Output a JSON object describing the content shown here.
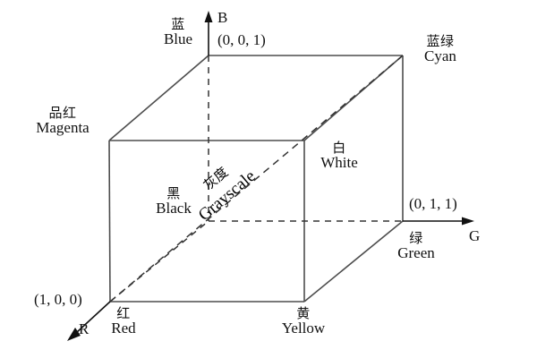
{
  "figure": {
    "title": "RGB Color Cube",
    "line_color": "#4d4d4d",
    "dash_color": "#333333",
    "text_color": "#111111",
    "background": "#ffffff"
  },
  "axes": [
    {
      "name": "blue-axis",
      "letter": "B",
      "direction": "up"
    },
    {
      "name": "green-axis",
      "letter": "G",
      "direction": "right"
    },
    {
      "name": "red-axis",
      "letter": "R",
      "direction": "down-left"
    }
  ],
  "vertices": [
    {
      "key": "blue",
      "cn": "蓝",
      "en": "Blue",
      "coord": "(0, 0, 1)"
    },
    {
      "key": "cyan",
      "cn": "蓝绿",
      "en": "Cyan",
      "coord": ""
    },
    {
      "key": "magenta",
      "cn": "品红",
      "en": "Magenta",
      "coord": ""
    },
    {
      "key": "white",
      "cn": "白",
      "en": "White",
      "coord": ""
    },
    {
      "key": "black",
      "cn": "黑",
      "en": "Black",
      "coord": ""
    },
    {
      "key": "green",
      "cn": "绿",
      "en": "Green",
      "coord": "(0, 1, 1)"
    },
    {
      "key": "red",
      "cn": "红",
      "en": "Red",
      "coord": "(1, 0, 0)"
    },
    {
      "key": "yellow",
      "cn": "黄",
      "en": "Yellow",
      "coord": ""
    }
  ],
  "labels": {
    "blue_cn": "蓝",
    "blue_en": "Blue",
    "blue_coord": "(0, 0, 1)",
    "cyan_cn": "蓝绿",
    "cyan_en": "Cyan",
    "magenta_cn": "品红",
    "magenta_en": "Magenta",
    "white_cn": "白",
    "white_en": "White",
    "black_cn": "黑",
    "black_en": "Black",
    "green_cn": "绿",
    "green_en": "Green",
    "green_coord": "(0, 1, 1)",
    "red_cn": "红",
    "red_en": "Red",
    "red_coord": "(1, 0, 0)",
    "yellow_cn": "黄",
    "yellow_en": "Yellow",
    "grayscale_cn": "灰度",
    "grayscale_en": "Grayscale",
    "axis_b": "B",
    "axis_g": "G",
    "axis_r": "R"
  }
}
